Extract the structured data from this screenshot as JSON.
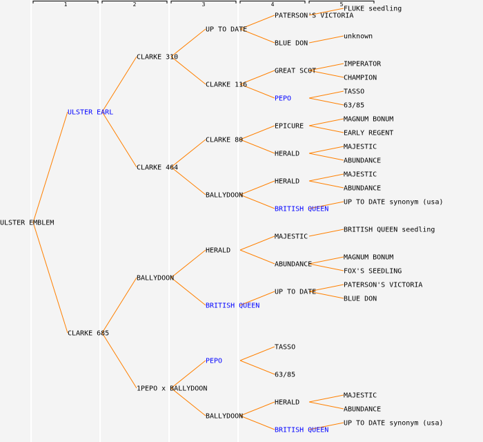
{
  "columns": [
    "1",
    "2",
    "3",
    "4",
    "5"
  ],
  "colors": {
    "line": "#ff8000",
    "highlight": "#0000ff",
    "text": "#000000",
    "background": "#f4f4f4"
  },
  "tree": {
    "label": "ULSTER EMBLEM",
    "children": [
      {
        "label": "ULSTER EARL",
        "highlight": true,
        "children": [
          {
            "label": "CLARKE 310",
            "children": [
              {
                "label": "UP TO DATE",
                "children": [
                  {
                    "label": "PATERSON'S VICTORIA",
                    "children": [
                      {
                        "label": "FLUKE seedling"
                      }
                    ]
                  },
                  {
                    "label": "BLUE DON",
                    "children": [
                      {
                        "label": "unknown"
                      }
                    ]
                  }
                ]
              },
              {
                "label": "CLARKE 116",
                "children": [
                  {
                    "label": "GREAT SCOT",
                    "children": [
                      {
                        "label": "IMPERATOR"
                      },
                      {
                        "label": "CHAMPION"
                      }
                    ]
                  },
                  {
                    "label": "PEPO",
                    "highlight": true,
                    "children": [
                      {
                        "label": "TASSO"
                      },
                      {
                        "label": "63/85"
                      }
                    ]
                  }
                ]
              }
            ]
          },
          {
            "label": "CLARKE 464",
            "children": [
              {
                "label": "CLARKE 80",
                "children": [
                  {
                    "label": "EPICURE",
                    "children": [
                      {
                        "label": "MAGNUM BONUM"
                      },
                      {
                        "label": "EARLY REGENT"
                      }
                    ]
                  },
                  {
                    "label": "HERALD",
                    "children": [
                      {
                        "label": "MAJESTIC"
                      },
                      {
                        "label": "ABUNDANCE"
                      }
                    ]
                  }
                ]
              },
              {
                "label": "BALLYDOON",
                "children": [
                  {
                    "label": "HERALD",
                    "children": [
                      {
                        "label": "MAJESTIC"
                      },
                      {
                        "label": "ABUNDANCE"
                      }
                    ]
                  },
                  {
                    "label": "BRITISH QUEEN",
                    "highlight": true,
                    "children": [
                      {
                        "label": "UP TO DATE synonym (usa)"
                      }
                    ]
                  }
                ]
              }
            ]
          }
        ]
      },
      {
        "label": "CLARKE 685",
        "children": [
          {
            "label": "BALLYDOON",
            "children": [
              {
                "label": "HERALD",
                "children": [
                  {
                    "label": "MAJESTIC",
                    "children": [
                      {
                        "label": "BRITISH QUEEN seedling"
                      }
                    ]
                  },
                  {
                    "label": "ABUNDANCE",
                    "children": [
                      {
                        "label": "MAGNUM BONUM"
                      },
                      {
                        "label": "FOX'S SEEDLING"
                      }
                    ]
                  }
                ]
              },
              {
                "label": "BRITISH QUEEN",
                "highlight": true,
                "children": [
                  {
                    "label": "UP TO DATE",
                    "children": [
                      {
                        "label": "PATERSON'S VICTORIA"
                      },
                      {
                        "label": "BLUE DON"
                      }
                    ]
                  }
                ]
              }
            ]
          },
          {
            "label": "1PEPO x BALLYDOON",
            "children": [
              {
                "label": "PEPO",
                "highlight": true,
                "children": [
                  {
                    "label": "TASSO"
                  },
                  {
                    "label": "63/85"
                  }
                ]
              },
              {
                "label": "BALLYDOON",
                "children": [
                  {
                    "label": "HERALD",
                    "children": [
                      {
                        "label": "MAJESTIC"
                      },
                      {
                        "label": "ABUNDANCE"
                      }
                    ]
                  },
                  {
                    "label": "BRITISH QUEEN",
                    "highlight": true,
                    "children": [
                      {
                        "label": "UP TO DATE synonym (usa)"
                      }
                    ]
                  }
                ]
              }
            ]
          }
        ]
      }
    ]
  }
}
